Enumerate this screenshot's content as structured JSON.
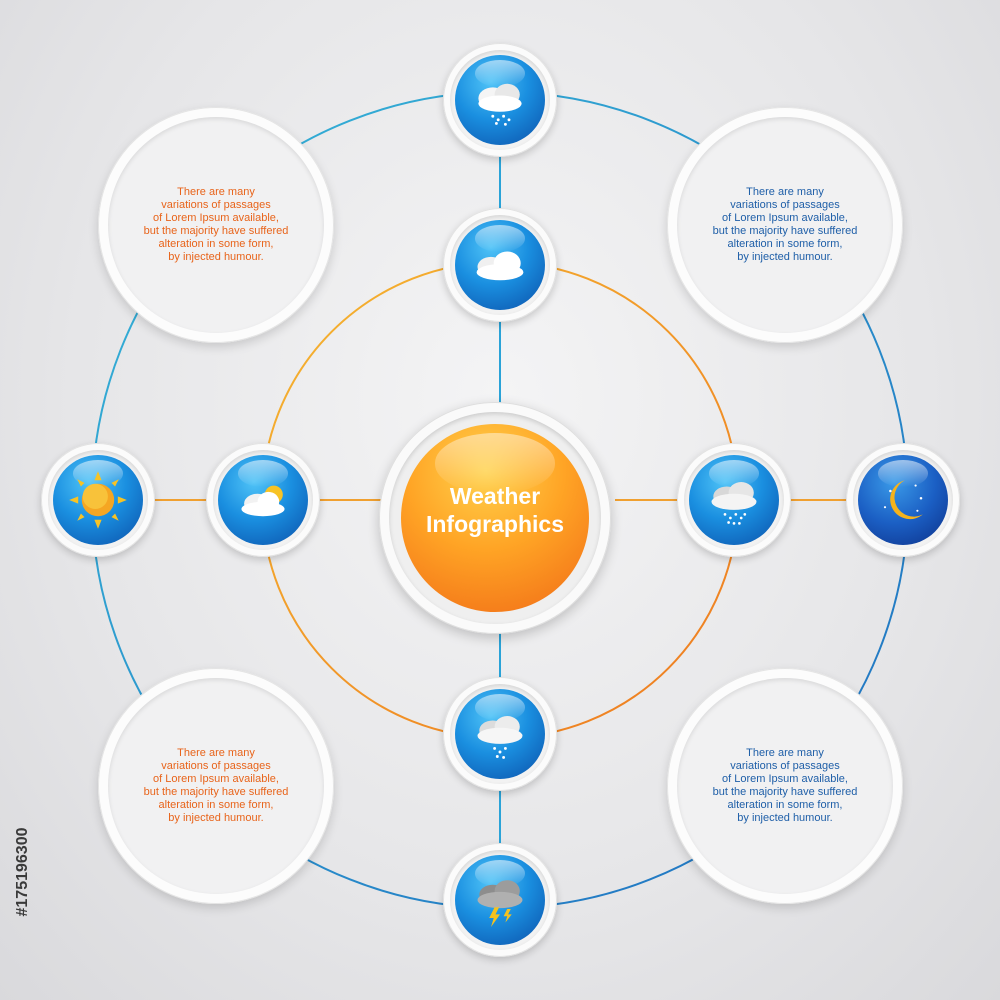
{
  "center": {
    "title_line1": "Weather",
    "title_line2": "Infographics"
  },
  "text_blocks": {
    "top_left": {
      "lines": [
        "There are many",
        "variations of passages",
        "of Lorem Ipsum available,",
        "but the majority have suffered",
        "alteration in some form,",
        "by injected humour."
      ],
      "color": "#e8641b"
    },
    "top_right": {
      "lines": [
        "There are many",
        "variations of passages",
        "of Lorem Ipsum available,",
        "but the majority have suffered",
        "alteration in some form,",
        "by injected humour."
      ],
      "color": "#1f5fa8"
    },
    "bottom_left": {
      "lines": [
        "There are many",
        "variations of passages",
        "of Lorem Ipsum available,",
        "but the majority have suffered",
        "alteration in some form,",
        "by injected humour."
      ],
      "color": "#e8641b"
    },
    "bottom_right": {
      "lines": [
        "There are many",
        "variations of passages",
        "of Lorem Ipsum available,",
        "but the majority have suffered",
        "alteration in some form,",
        "by injected humour."
      ],
      "color": "#1f5fa8"
    }
  },
  "icons": {
    "top_outer": "rain-cloud-icon",
    "top_inner": "cloud-icon",
    "left_outer": "sun-icon",
    "left_inner": "partly-cloudy-icon",
    "right_inner": "snow-cloud-icon",
    "right_outer": "moon-stars-icon",
    "bottom_inner": "rain-cloud-icon",
    "bottom_outer": "thunderstorm-icon"
  },
  "colors": {
    "outer_ring": "#2aa3d8",
    "inner_ring": "#f0a030",
    "orb_blue": "#1a8fe0",
    "center_orange": "#f28a1e"
  },
  "watermark": "#175196300"
}
